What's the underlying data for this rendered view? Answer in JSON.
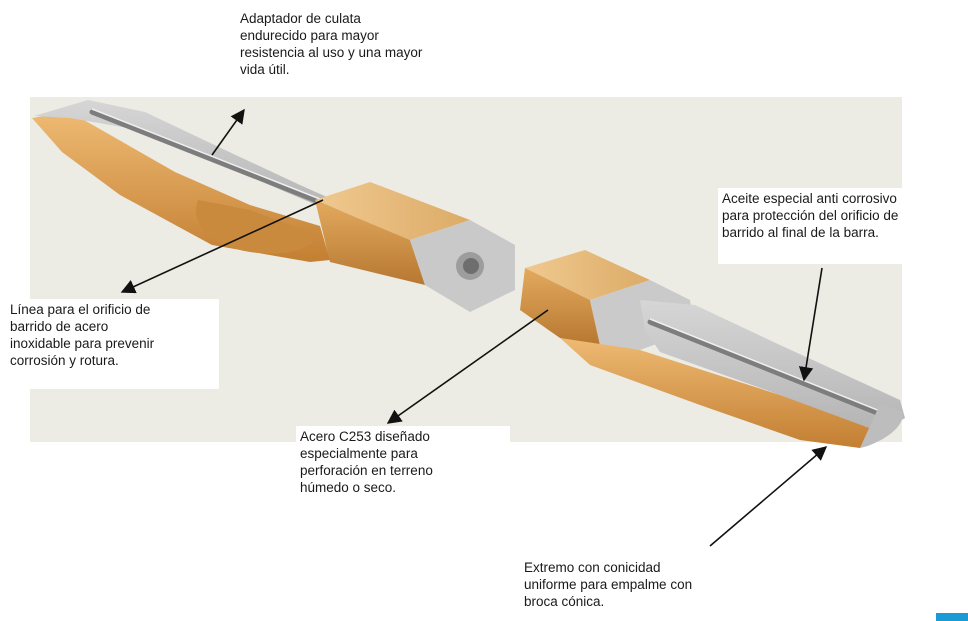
{
  "colors": {
    "background_panel": "#ecebe4",
    "steel_light": "#dadada",
    "steel_shadow": "#a9a9a9",
    "bronze_light": "#e6b877",
    "bronze_dark": "#b87a34",
    "accent_corner": "#1a9bd6"
  },
  "labels": {
    "adapter": "Adaptador de culata\nendurecido para mayor\nresistencia al uso y una mayor\nvida útil.",
    "flushing_line": "Línea para el orificio de\nbarrido de acero\ninoxidable para prevenir\ncorrosión y rotura.",
    "anticorrosive_oil": "Aceite especial anti corrosivo\npara protección del orificio de\nbarrido al final de la barra.",
    "steel": "Acero C253 diseñado\nespecialmente para\nperforación en terreno\nhúmedo o seco.",
    "taper_end": "Extremo con conicidad\nuniforme para empalme con\nbroca cónica."
  }
}
